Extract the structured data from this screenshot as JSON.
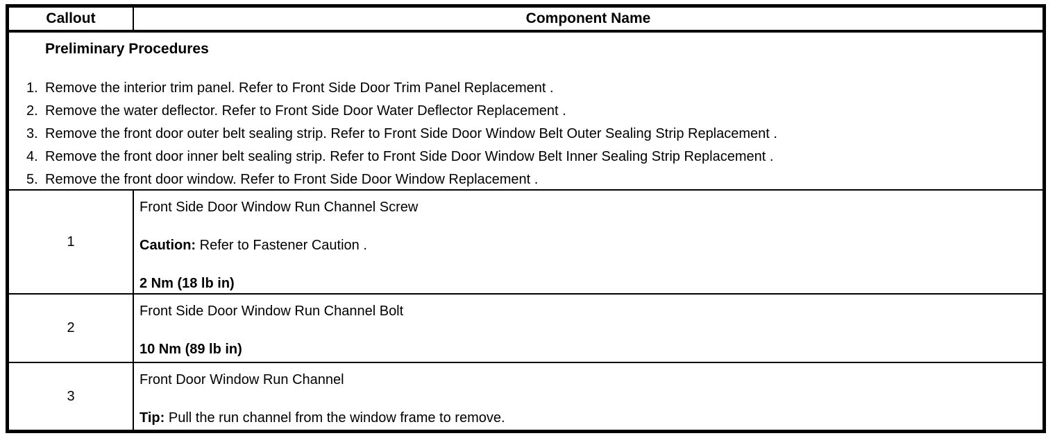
{
  "table": {
    "headers": {
      "callout": "Callout",
      "component": "Component Name"
    },
    "preliminary": {
      "title": "Preliminary Procedures",
      "steps": [
        {
          "num": "1.",
          "text": "Remove the interior trim panel. Refer to Front Side Door Trim Panel Replacement ."
        },
        {
          "num": "2.",
          "text": "Remove the water deflector. Refer to Front Side Door Water Deflector Replacement ."
        },
        {
          "num": "3.",
          "text": "Remove the front door outer belt sealing strip. Refer to Front Side Door Window Belt Outer Sealing Strip Replacement ."
        },
        {
          "num": "4.",
          "text": "Remove the front door inner belt sealing strip. Refer to Front Side Door Window Belt Inner Sealing Strip Replacement ."
        },
        {
          "num": "5.",
          "text": "Remove the front door window. Refer to Front Side Door Window Replacement ."
        }
      ]
    },
    "rows": [
      {
        "callout": "1",
        "name": "Front Side Door Window Run Channel Screw",
        "note_label": "Caution:",
        "note_text": " Refer to Fastener Caution .",
        "torque": "2 Nm (18 lb in)"
      },
      {
        "callout": "2",
        "name": "Front Side Door Window Run Channel Bolt",
        "torque": "10 Nm (89 lb in)"
      },
      {
        "callout": "3",
        "name": "Front Door Window Run Channel",
        "note_label": "Tip:",
        "note_text": " Pull the run channel from the window frame to remove."
      }
    ]
  }
}
